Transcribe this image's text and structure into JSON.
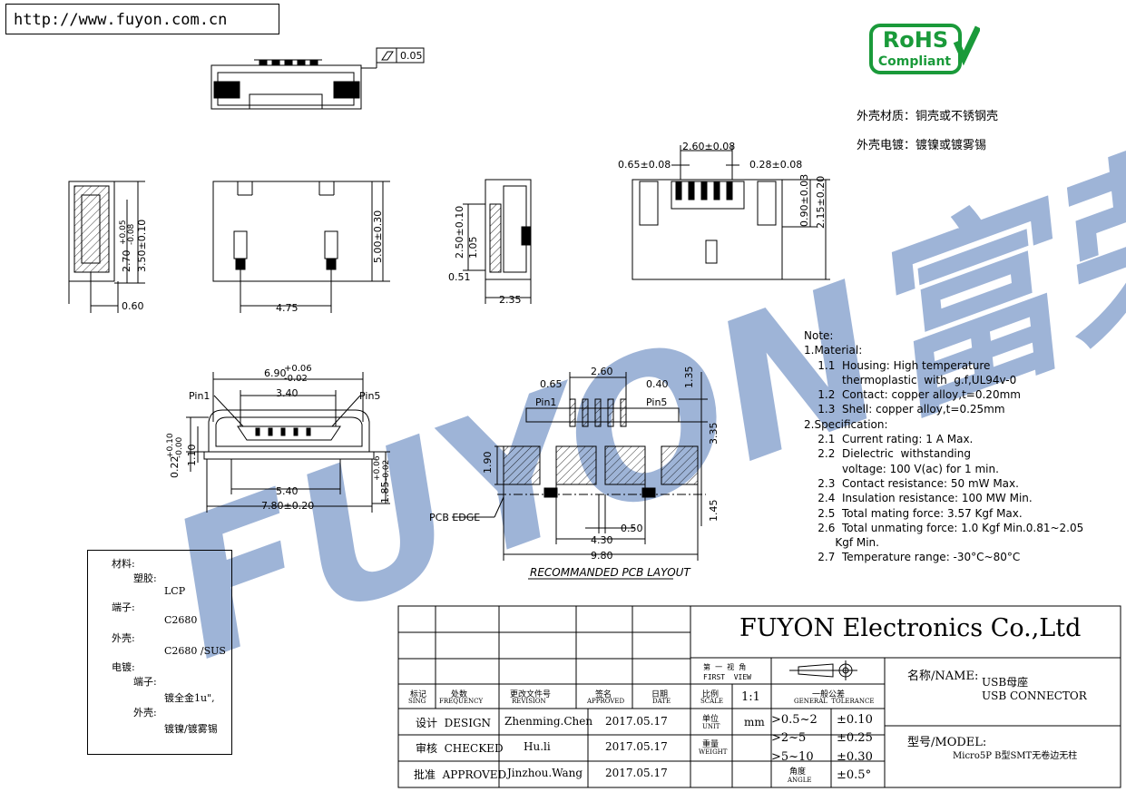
{
  "header": {
    "url": "http://www.fuyon.com.cn"
  },
  "logo": {
    "rohs_top": "RoHS",
    "rohs_bottom": "Compliant",
    "watermark": "FUYON富荣",
    "color": "#2b5aa8",
    "rohs_color": "#1a9a3a"
  },
  "shell": {
    "material": "外壳材质：铜壳或不锈钢壳",
    "plating": "外壳电镀：镀镍或镀雾锡"
  },
  "notes": {
    "title": "Note:",
    "lines": [
      "1.Material:",
      "    1.1  Housing: High temperature",
      "           thermoplastic  with  g.f,UL94v-0",
      "    1.2  Contact: copper alloy,t=0.20mm",
      "    1.3  Shell: copper alloy,t=0.25mm",
      "2.Specification:",
      "    2.1  Current rating: 1 A Max.",
      "    2.2  Dielectric  withstanding",
      "           voltage: 100 V(ac) for 1 min.",
      "    2.3  Contact resistance: 50 mW Max.",
      "    2.4  Insulation resistance: 100 MW Min.",
      "    2.5  Total mating force: 3.57 Kgf Max.",
      "    2.6  Total unmating force: 1.0 Kgf Min.0.81~2.05",
      "         Kgf Min.",
      "    2.7  Temperature range: -30°C~80°C"
    ]
  },
  "materials": {
    "title": "材料:",
    "plastic_label": "塑胶:",
    "plastic": "LCP",
    "terminal_label": "端子:",
    "terminal": "C2680",
    "shell_label": "外壳:",
    "shell": "C2680 /SUS",
    "plating_label": "电镀:",
    "terminal_plating_label": "端子:",
    "terminal_plating": "镀全金1u\",",
    "shell_plating_label": "外壳:",
    "shell_plating": "镀镍/镀雾锡"
  },
  "dims": {
    "flatness": "0.05",
    "d060": "0.60",
    "d270": "2.70",
    "d270t": "+0.05",
    "d270b": "-0.08",
    "d350": "3.50±0.10",
    "d475": "4.75",
    "d500": "5.00±0.30",
    "d250": "2.50±0.10",
    "d105": "1.05",
    "d051": "0.51",
    "d235": "2.35",
    "d260a": "2.60±0.08",
    "d065a": "0.65±0.08",
    "d028": "0.28±0.08",
    "d090": "0.90±0.03",
    "d215": "2.15±0.20",
    "d690": "6.90",
    "d690t": "+0.06",
    "d690b": "-0.02",
    "d340": "3.40",
    "pin1": "Pin1",
    "pin5": "Pin5",
    "d022": "0.22",
    "d022t": "+0.10",
    "d022b": "-0.00",
    "d110": "1.10",
    "d540": "5.40",
    "d780": "7.80±0.20",
    "d185": "1.85",
    "d185t": "+0.06",
    "d185b": "-0.02",
    "d260b": "2.60",
    "d065b": "0.65",
    "d040": "0.40",
    "d135": "1.35",
    "d335": "3.35",
    "d190": "1.90",
    "d145": "1.45",
    "pcb_edge": "PCB EDGE",
    "d050": "0.50",
    "d430": "4.30",
    "d980": "9.80",
    "pcb_layout": "RECOMMANDED PCB LAYOUT"
  },
  "titleblock": {
    "company": "FUYON Electronics Co.,Ltd",
    "first_view": "第  一  视  角",
    "first_view_en": "FIRST  VIEW",
    "col_sign": "标记",
    "col_sign_en": "SING",
    "col_freq": "处数",
    "col_freq_en": "FREQUENCY",
    "col_rev": "更改文件号",
    "col_rev_en": "REVISION",
    "col_appr": "签名",
    "col_appr_en": "APPROVED",
    "col_date": "日期",
    "col_date_en": "DATE",
    "scale_label": "比例",
    "scale_label_en": "SCALE",
    "scale": "1:1",
    "tol_label": "一般公差",
    "tol_label_en": "GENERAL  TOLERANCE",
    "design_label": "设计  DESIGN",
    "design_name": "Zhenming.Chen",
    "design_date": "2017.05.17",
    "checked_label": "审核  CHECKED",
    "checked_name": "Hu.li",
    "checked_date": "2017.05.17",
    "approved_label": "批准  APPROVED",
    "approved_name": "Jinzhou.Wang",
    "approved_date": "2017.05.17",
    "unit_label": "单位",
    "unit_label_en": "UNIT",
    "unit": "mm",
    "weight_label": "重量",
    "weight_label_en": "WEIGHT",
    "angle_label": "角度",
    "angle_label_en": "ANGLE",
    "tol1_range": ">0.5~2",
    "tol1": "±0.10",
    "tol2_range": ">2~5",
    "tol2": "±0.25",
    "tol3_range": ">5~10",
    "tol3": "±0.30",
    "tol4": "±0.5°",
    "name_label": "名称/NAME:",
    "name_cn": "USB母座",
    "name_en": "USB CONNECTOR",
    "model_label": "型号/MODEL:",
    "model": "Micro5P B型SMT无卷边无柱"
  }
}
